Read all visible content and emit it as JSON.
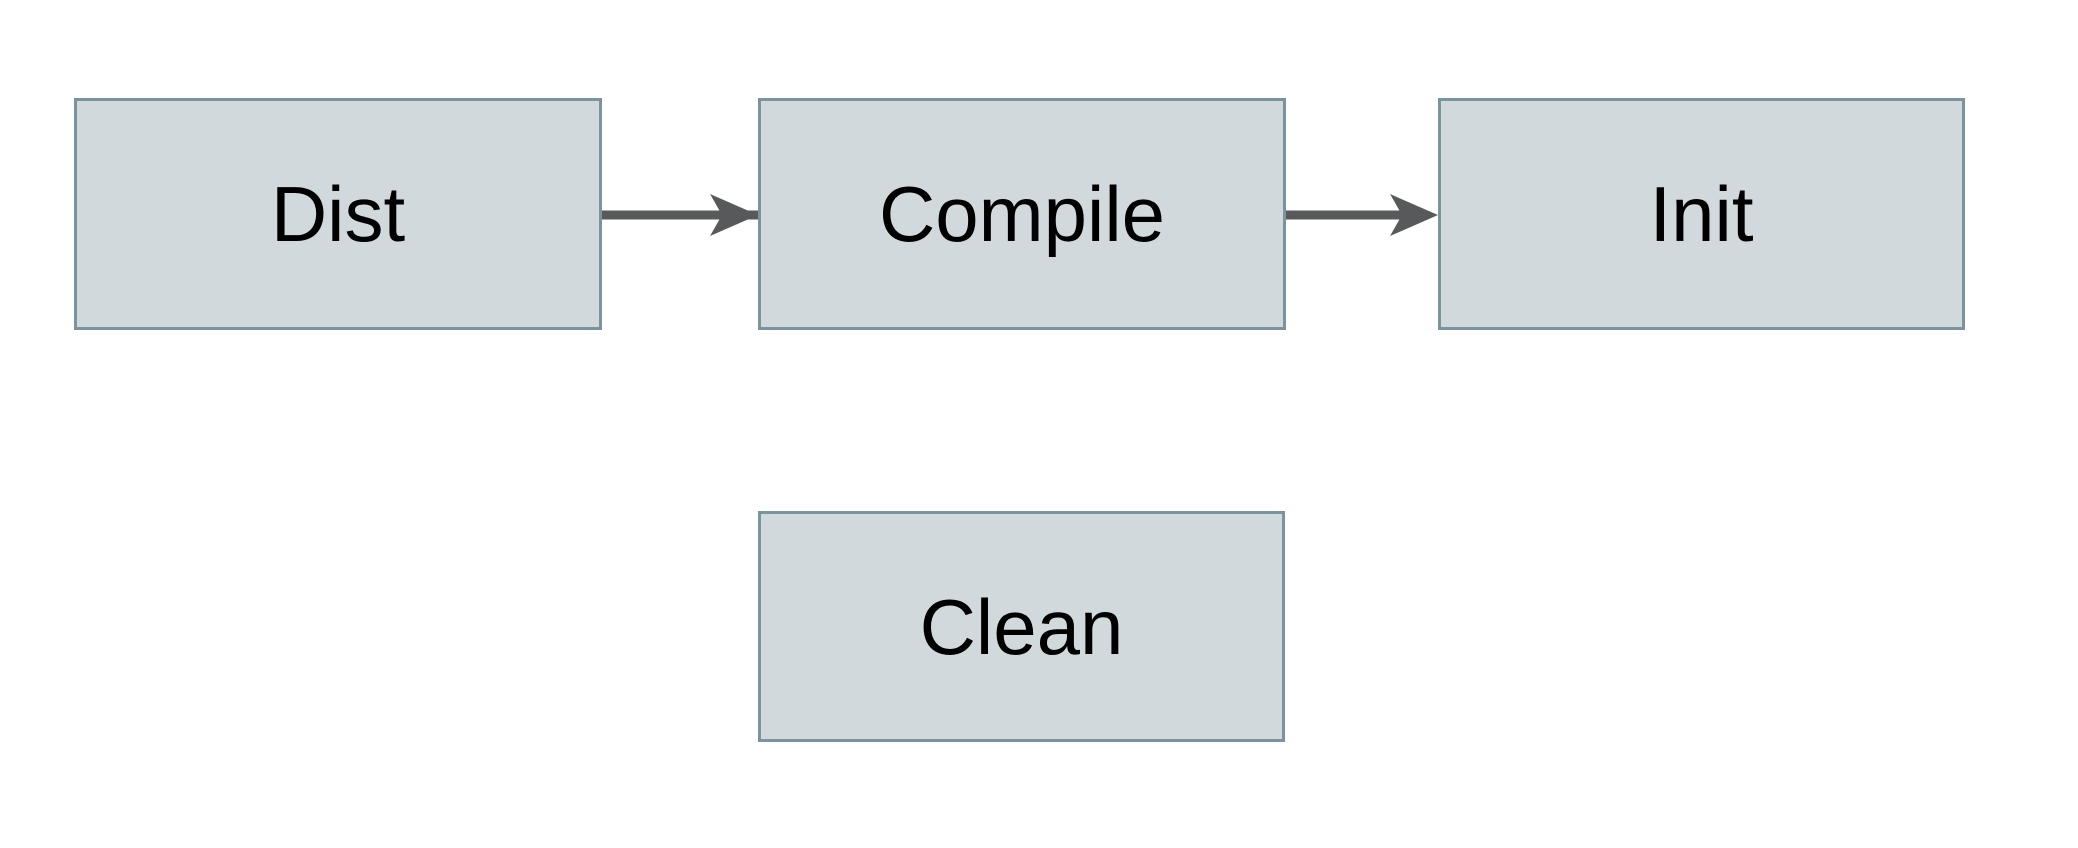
{
  "diagram": {
    "title": "build-targets-flowchart",
    "colors": {
      "background": "#ffffff",
      "node_fill": "#d2d9dc",
      "node_border": "#7b939f",
      "arrow": "#58595a",
      "text": "#000000"
    },
    "nodes": [
      {
        "id": "dist",
        "label": "Dist"
      },
      {
        "id": "compile",
        "label": "Compile"
      },
      {
        "id": "init",
        "label": "Init"
      },
      {
        "id": "clean",
        "label": "Clean"
      }
    ],
    "edges": [
      {
        "from": "Dist",
        "to": "Compile",
        "direction": "right"
      },
      {
        "from": "Compile",
        "to": "Init",
        "direction": "right"
      }
    ]
  }
}
